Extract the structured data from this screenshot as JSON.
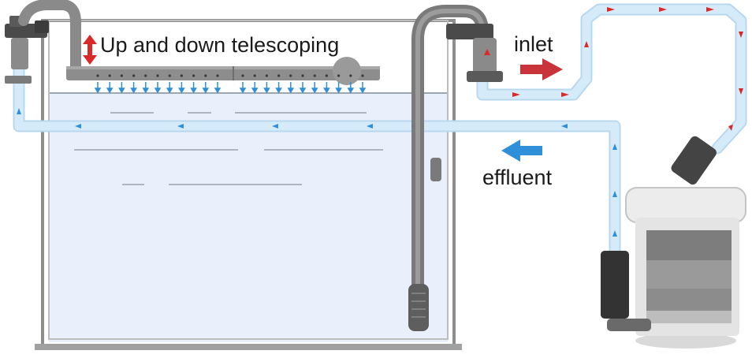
{
  "labels": {
    "telescoping": "Up and down telescoping",
    "inlet": "inlet",
    "effluent": "effluent"
  },
  "colors": {
    "water": "#e9f0fb",
    "tank_frame": "#8e8e8e",
    "tube_fill": "#d6ebf9",
    "tube_edge": "#b8d8ef",
    "pipe_gray": "#8a8a8a",
    "pipe_dark": "#6c6c6c",
    "flow_red": "#d92a2a",
    "flow_blue": "#2f8fd8",
    "canister_body": "#7d7d7d",
    "canister_top": "#ececec"
  },
  "icons": {
    "telescoping": "up-down-arrow-icon",
    "inlet": "right-arrow-icon",
    "effluent": "left-arrow-icon"
  }
}
